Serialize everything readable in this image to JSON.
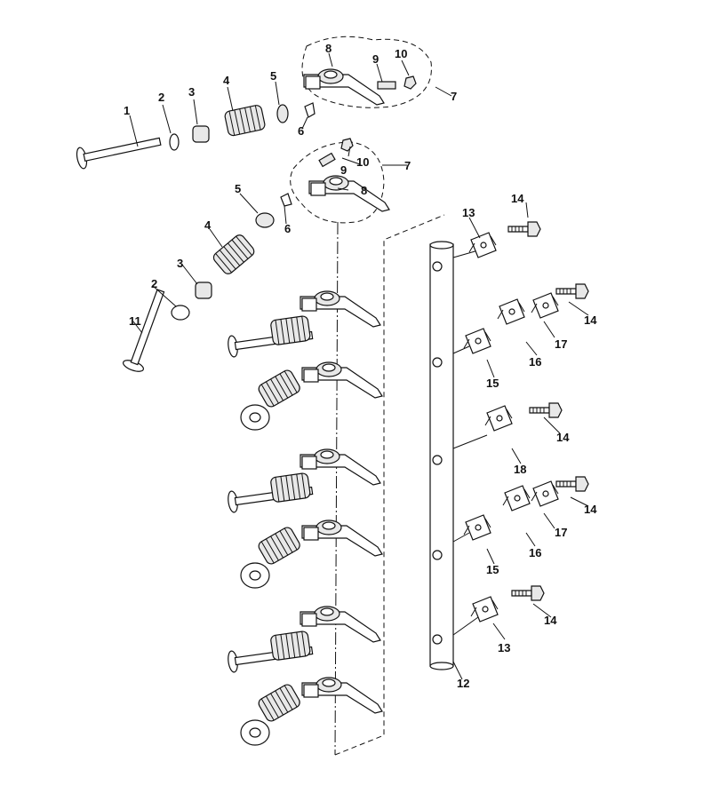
{
  "callouts": {
    "c1": "1",
    "c2a": "2",
    "c3a": "3",
    "c4a": "4",
    "c5a": "5",
    "c6a": "6",
    "c7a": "7",
    "c8a": "8",
    "c9a": "9",
    "c10a": "10",
    "c10b": "10",
    "c9b": "9",
    "c7b": "7",
    "c8b": "8",
    "c5b": "5",
    "c6b": "6",
    "c4b": "4",
    "c3b": "3",
    "c2b": "2",
    "c11": "11",
    "c13a": "13",
    "c14a": "14",
    "c14b": "14",
    "c17a": "17",
    "c16a": "16",
    "c15a": "15",
    "c14c": "14",
    "c18": "18",
    "c14d": "14",
    "c17b": "17",
    "c16b": "16",
    "c15b": "15",
    "c14e": "14",
    "c13b": "13",
    "c12": "12"
  }
}
